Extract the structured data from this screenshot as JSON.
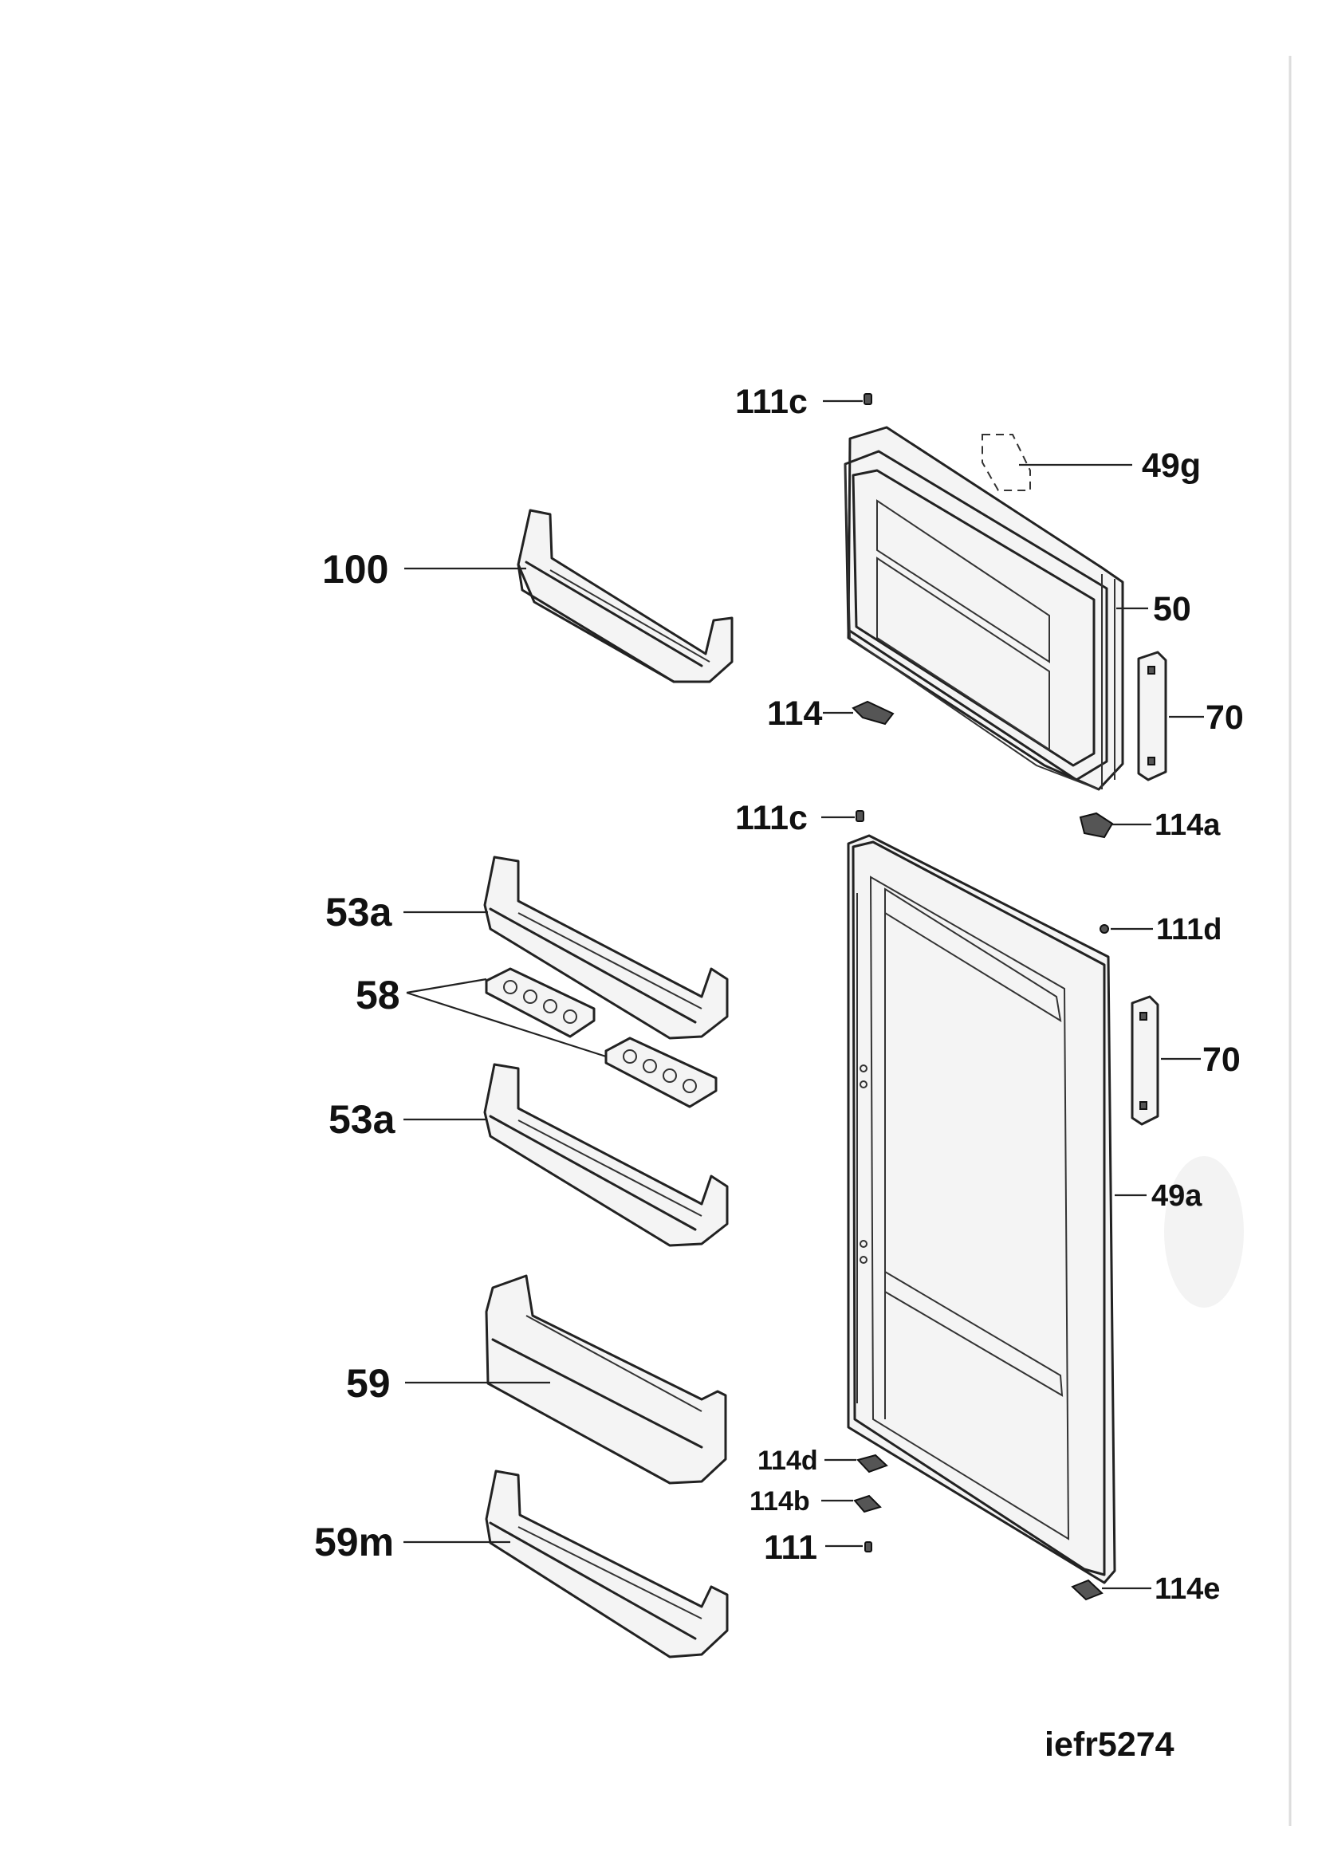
{
  "labels": {
    "l111c_top": "111c",
    "l49g": "49g",
    "l100": "100",
    "l50": "50",
    "l114": "114",
    "l70_top": "70",
    "l111c_mid": "111c",
    "l114a": "114a",
    "l53a_top": "53a",
    "l111d": "111d",
    "l58": "58",
    "l70_mid": "70",
    "l53a_bot": "53a",
    "l49a": "49a",
    "l59": "59",
    "l114d": "114d",
    "l114b": "114b",
    "l111": "111",
    "l59m": "59m",
    "l114e": "114e"
  },
  "diagram_code": "iefr5274",
  "colors": {
    "line": "#222222",
    "text": "#111111",
    "background": "#ffffff"
  }
}
